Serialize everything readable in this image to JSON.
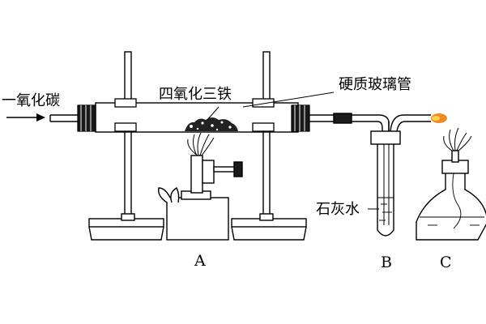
{
  "labels": {
    "carbon_monoxide": "一氧化碳",
    "iron_oxide": "四氧化三铁",
    "hard_glass_tube": "硬质玻璃管",
    "limewater": "石灰水",
    "apparatus_a": "A",
    "apparatus_b": "B",
    "apparatus_c": "C"
  },
  "colors": {
    "line": "#000000",
    "flame": "#f08a24",
    "flame_core": "#ffd24a",
    "fill_light": "#ffffff"
  }
}
